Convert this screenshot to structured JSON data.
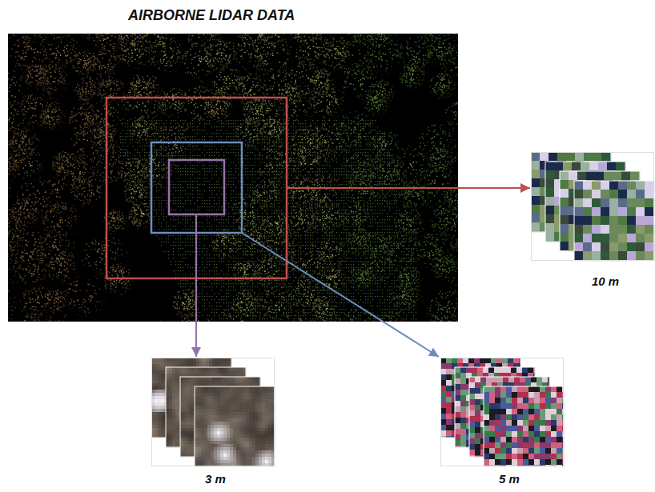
{
  "diagram": {
    "title": "AIRBORNE LIDAR DATA",
    "nodes": [
      {
        "text": [
          "10 m"
        ]
      },
      {
        "text": [
          "3 m"
        ]
      },
      {
        "text": [
          "5 m"
        ]
      }
    ]
  }
}
